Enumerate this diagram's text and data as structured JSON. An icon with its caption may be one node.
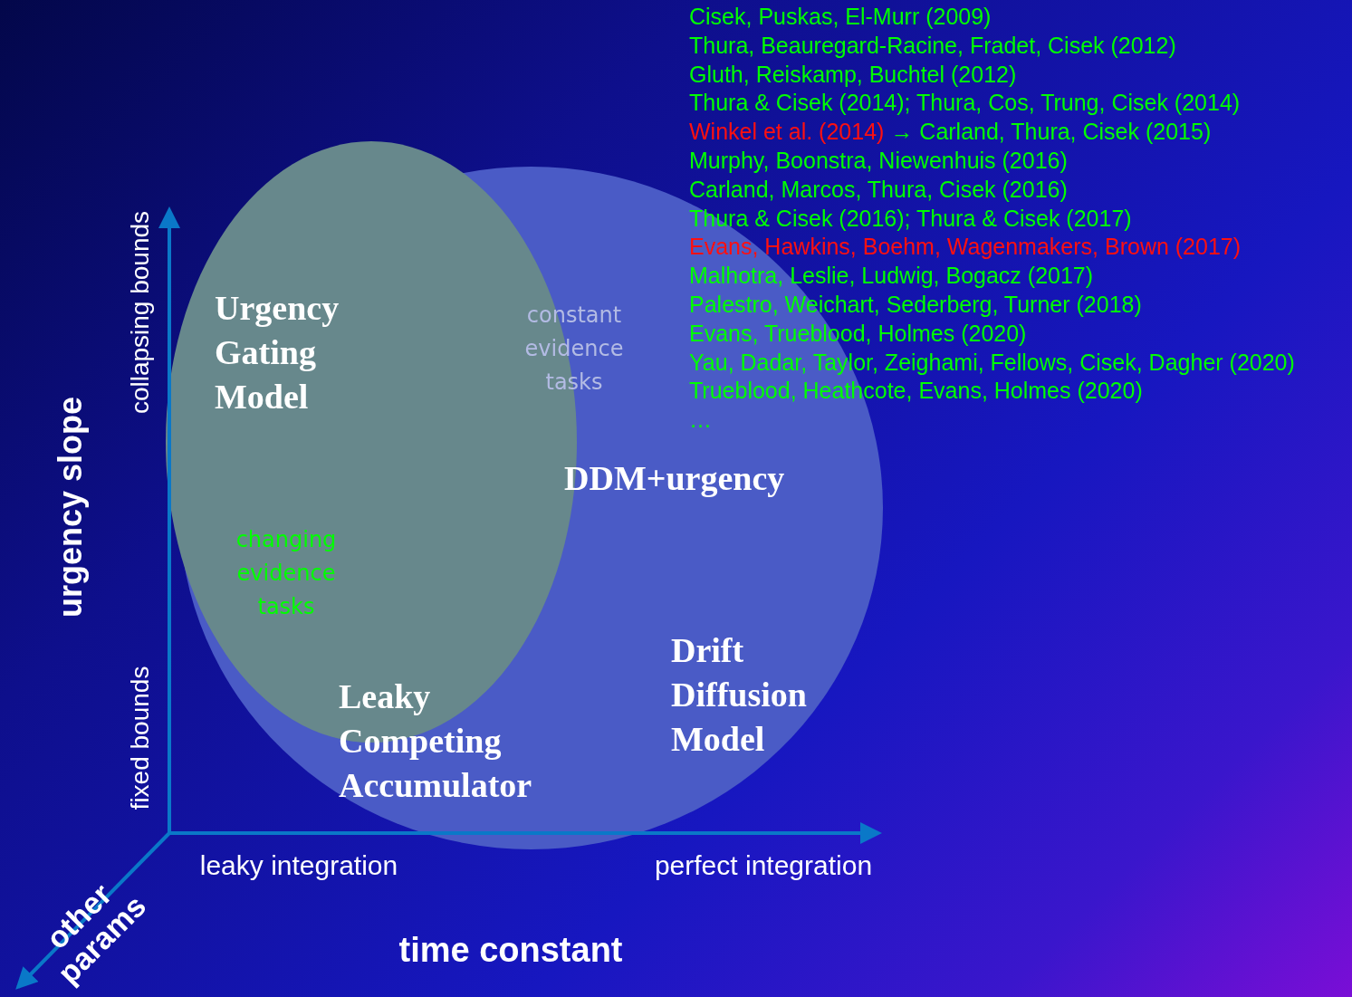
{
  "diagram": {
    "nodes": [
      {
        "text": [
          "Urgency Gating Model",
          "changing evidence tasks"
        ]
      },
      {
        "text": [
          "constant evidence tasks",
          "DDM+urgency",
          "Leaky Competing Accumulator",
          "Drift Diffusion Model"
        ]
      }
    ],
    "edges": [],
    "labels": [
      "Cisek, Puskas, El-Murr (2009)",
      "Thura, Beauregard-Racine, Fradet, Cisek (2012)",
      "Gluth, Reiskamp, Buchtel (2012)",
      "Thura & Cisek (2014); Thura, Cos, Trung, Cisek (2014)",
      "Winkel et al. (2014)",
      "→ Carland, Thura, Cisek (2015)",
      "Murphy, Boonstra, Niewenhuis (2016)",
      "Carland, Marcos, Thura, Cisek (2016)",
      "Thura & Cisek (2016); Thura & Cisek (2017)",
      "Evans, Hawkins, Boehm, Wagenmakers, Brown (2017)",
      "Malhotra, Leslie, Ludwig, Bogacz (2017)",
      "Palestro, Weichart, Sederberg, Turner (2018)",
      "Evans, Trueblood, Holmes (2020)",
      "Yau, Dadar, Taylor, Zeighami, Fellows, Cisek, Dagher (2020)",
      "Trueblood, Heathcote, Evans, Holmes (2020)",
      "…",
      "collapsing bounds",
      "urgency slope",
      "fixed bounds",
      "leaky integration",
      "perfect integration",
      "other params",
      "time constant"
    ]
  }
}
